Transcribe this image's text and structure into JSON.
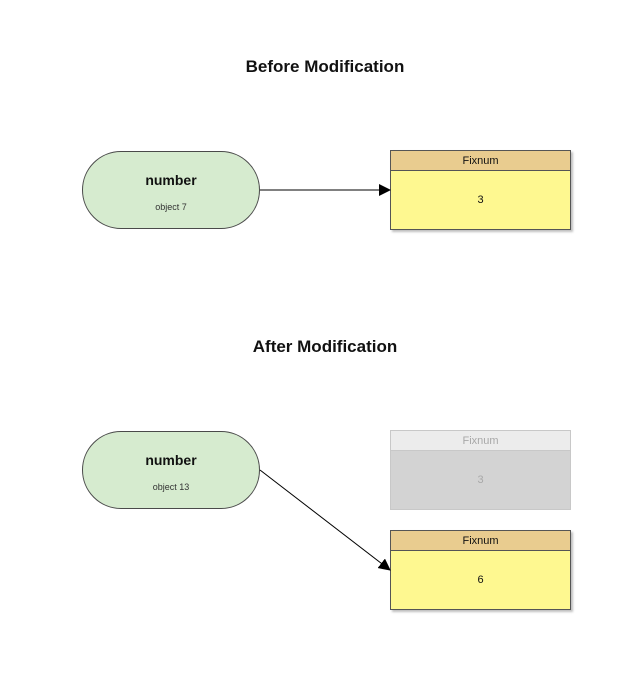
{
  "before": {
    "title": "Before Modification",
    "variable": {
      "name": "number",
      "object_id": "object 7"
    },
    "object": {
      "class_name": "Fixnum",
      "value": "3"
    }
  },
  "after": {
    "title": "After Modification",
    "variable": {
      "name": "number",
      "object_id": "object 13"
    },
    "old_object": {
      "class_name": "Fixnum",
      "value": "3",
      "state": "faded"
    },
    "new_object": {
      "class_name": "Fixnum",
      "value": "6"
    }
  },
  "colors": {
    "variable_fill": "#d6ebcf",
    "object_header": "#e9cc8f",
    "object_body": "#fef890",
    "faded_body": "#d3d3d3",
    "faded_header": "#ececec",
    "arrow": "#000000"
  }
}
